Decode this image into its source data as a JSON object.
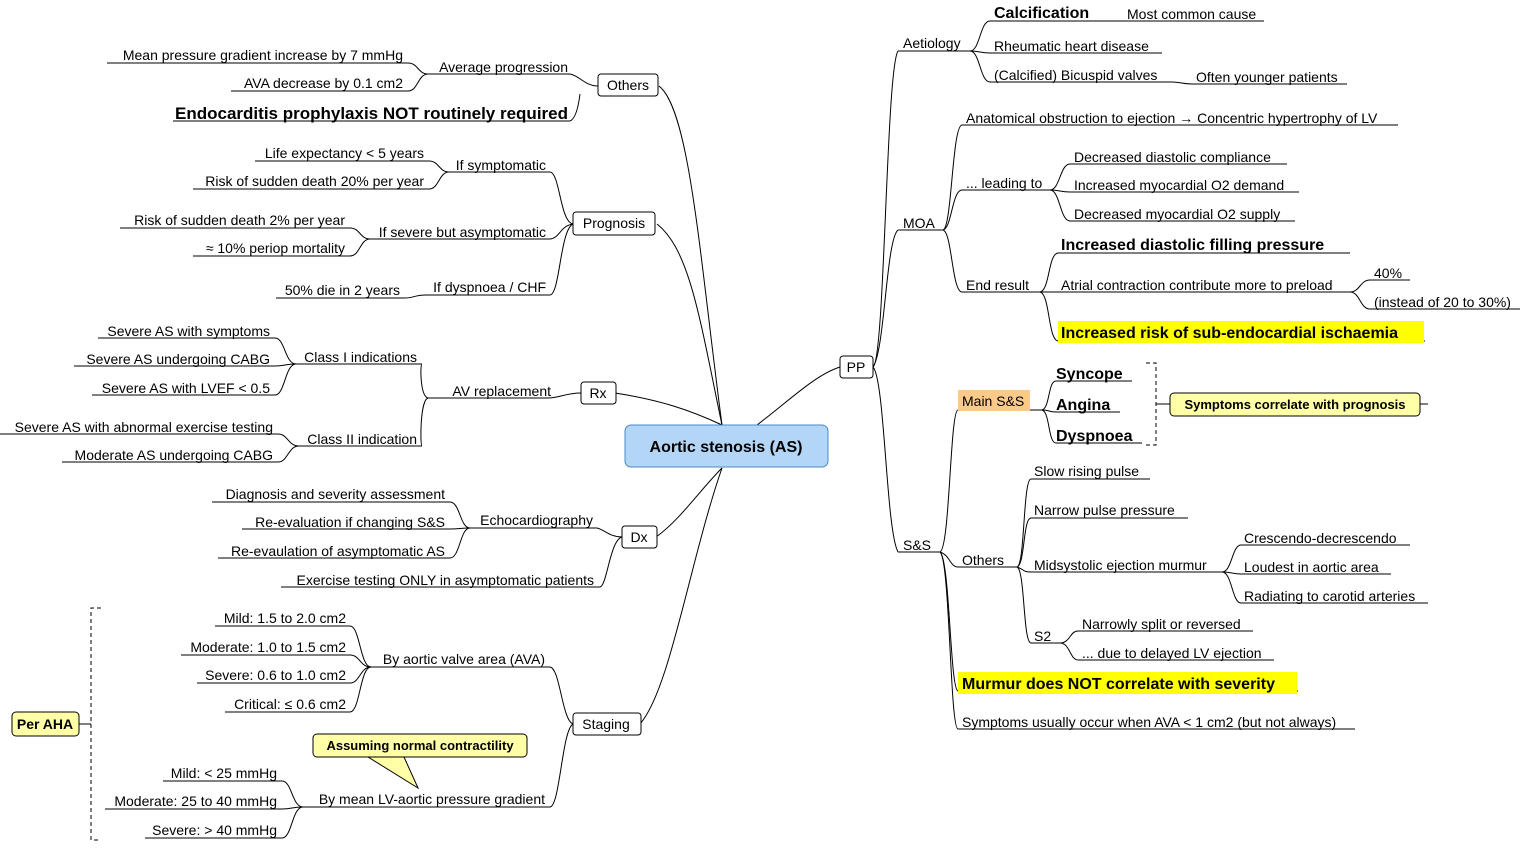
{
  "central": {
    "label": "Aortic stenosis (AS)"
  },
  "left": {
    "others": {
      "label": "Others",
      "average_progression": {
        "label": "Average progression",
        "items": [
          "Mean pressure gradient increase by 7 mmHg",
          "AVA decrease by 0.1 cm2"
        ]
      },
      "endocarditis": "Endocarditis prophylaxis NOT routinely required"
    },
    "prognosis": {
      "label": "Prognosis",
      "if_symptomatic": {
        "label": "If symptomatic",
        "items": [
          "Life expectancy < 5 years",
          "Risk of sudden death 20% per year"
        ]
      },
      "if_severe_asymptomatic": {
        "label": "If severe but asymptomatic",
        "items": [
          "Risk of sudden death 2% per year",
          "≈ 10% periop mortality"
        ]
      },
      "if_dyspnoea": {
        "label": "If dyspnoea / CHF",
        "items": [
          "50% die in 2 years"
        ]
      }
    },
    "rx": {
      "label": "Rx",
      "av_replacement": {
        "label": "AV replacement",
        "class1": {
          "label": "Class I indications",
          "items": [
            "Severe AS with symptoms",
            "Severe AS undergoing CABG",
            "Severe AS with LVEF < 0.5"
          ]
        },
        "class2": {
          "label": "Class II indication",
          "items": [
            "Severe AS with abnormal exercise testing",
            "Moderate AS undergoing CABG"
          ]
        }
      }
    },
    "dx": {
      "label": "Dx",
      "echo": {
        "label": "Echocardiography",
        "items": [
          "Diagnosis and severity assessment",
          "Re-evaluation if changing S&S",
          "Re-evaulation of asymptomatic AS"
        ]
      },
      "exercise": "Exercise testing ONLY in asymptomatic patients"
    },
    "staging": {
      "label": "Staging",
      "per_aha": "Per AHA",
      "by_ava": {
        "label": "By aortic valve area (AVA)",
        "items": [
          "Mild: 1.5 to 2.0 cm2",
          "Moderate: 1.0 to 1.5 cm2",
          "Severe: 0.6 to 1.0 cm2",
          "Critical: ≤ 0.6 cm2"
        ]
      },
      "by_gradient": {
        "label": "By mean LV-aortic pressure gradient",
        "callout": "Assuming normal contractility",
        "items": [
          "Mild: < 25 mmHg",
          "Moderate: 25 to 40 mmHg",
          "Severe: > 40 mmHg"
        ]
      }
    }
  },
  "right": {
    "pp": {
      "label": "PP",
      "aetiology": {
        "label": "Aetiology",
        "calcification": "Calcification",
        "calcification_note": "Most common cause",
        "rheumatic": "Rheumatic heart disease",
        "bicuspid": "(Calcified) Bicuspid valves",
        "bicuspid_note": "Often younger patients"
      },
      "moa": {
        "label": "MOA",
        "anatomical": "Anatomical obstruction to ejection → Concentric hypertrophy of LV",
        "leading_to": {
          "label": "... leading to",
          "items": [
            "Decreased diastolic compliance",
            "Increased myocardial O2 demand",
            "Decreased myocardial O2 supply"
          ]
        },
        "end_result": {
          "label": "End result",
          "filling": "Increased diastolic filling pressure",
          "atrial": "Atrial contraction contribute more to preload",
          "atrial_pct": "40%",
          "atrial_note": "(instead of 20 to 30%)",
          "ischaemia": "Increased risk of sub-endocardial ischaemia"
        }
      },
      "ss": {
        "label": "S&S",
        "main": {
          "label": "Main S&S",
          "items": [
            "Syncope",
            "Angina",
            "Dyspnoea"
          ],
          "callout": "Symptoms correlate with prognosis"
        },
        "others": {
          "label": "Others",
          "slow": "Slow rising pulse",
          "narrow": "Narrow pulse pressure",
          "murmur": {
            "label": "Midsystolic ejection murmur",
            "items": [
              "Crescendo-decrescendo",
              "Loudest in aortic area",
              "Radiating to carotid arteries"
            ]
          },
          "s2": {
            "label": "S2",
            "items": [
              "Narrowly split or reversed",
              "... due to delayed LV ejection"
            ]
          }
        },
        "murmur_severity": "Murmur does NOT correlate with severity",
        "symptoms_ava": "Symptoms usually occur when AVA < 1 cm2 (but not always)"
      }
    }
  },
  "colors": {
    "central_fill": "#b4d6f6",
    "central_stroke": "#4a88c8",
    "highlight": "#ffff00",
    "callout_fill": "#ffffa8",
    "main_ss_fill": "#fbc98a"
  }
}
